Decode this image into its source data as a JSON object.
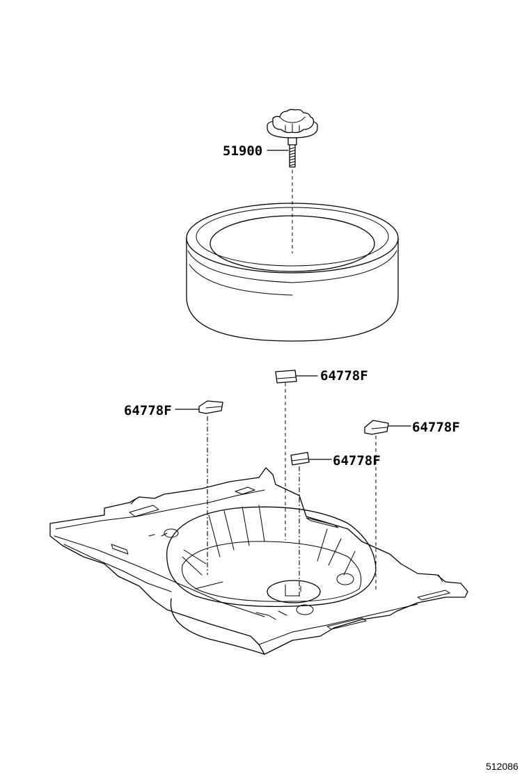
{
  "diagram": {
    "callouts": [
      {
        "id": "bolt",
        "part_number": "51900"
      },
      {
        "id": "cushion-top",
        "part_number": "64778F"
      },
      {
        "id": "cushion-left",
        "part_number": "64778F"
      },
      {
        "id": "cushion-right",
        "part_number": "64778F"
      },
      {
        "id": "cushion-center",
        "part_number": "64778F"
      }
    ],
    "reference_code": "512086"
  }
}
